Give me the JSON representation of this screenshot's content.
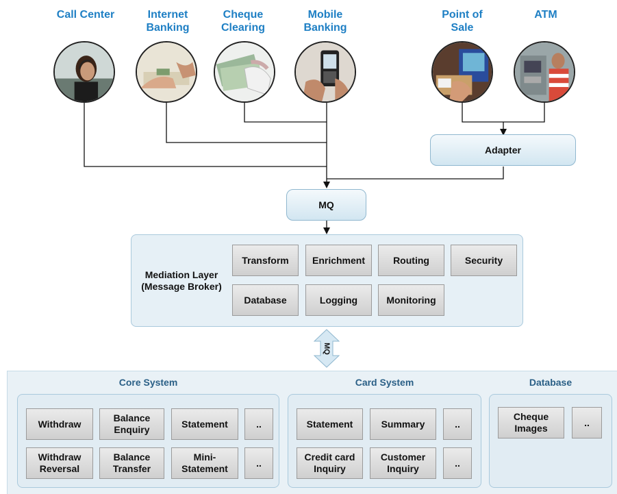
{
  "channels": [
    {
      "label": "Call Center",
      "icon": "call-center-photo-icon"
    },
    {
      "label": "Internet\nBanking",
      "icon": "internet-banking-photo-icon"
    },
    {
      "label": "Cheque\nClearing",
      "icon": "cheque-clearing-photo-icon"
    },
    {
      "label": "Mobile\nBanking",
      "icon": "mobile-banking-photo-icon"
    },
    {
      "label": "Point of\nSale",
      "icon": "point-of-sale-photo-icon"
    },
    {
      "label": "ATM",
      "icon": "atm-photo-icon"
    }
  ],
  "adapter": {
    "label": "Adapter"
  },
  "mq": {
    "label": "MQ"
  },
  "mediation": {
    "label": "Mediation Layer\n(Message Broker)",
    "row1": [
      "Transform",
      "Enrichment",
      "Routing",
      "Security"
    ],
    "row2": [
      "Database",
      "Logging",
      "Monitoring"
    ]
  },
  "mq_arrow": {
    "label": "MQ"
  },
  "backend": {
    "core": {
      "title": "Core System",
      "row1": [
        "Withdraw",
        "Balance\nEnquiry",
        "Statement",
        ".."
      ],
      "row2": [
        "Withdraw\nReversal",
        "Balance\nTransfer",
        "Mini-\nStatement",
        ".."
      ]
    },
    "card": {
      "title": "Card System",
      "row1": [
        "Statement",
        "Summary",
        ".."
      ],
      "row2": [
        "Credit card\nInquiry",
        "Customer\nInquiry",
        ".."
      ]
    },
    "database": {
      "title": "Database",
      "row1": [
        "Cheque\nImages",
        ".."
      ]
    }
  },
  "colors": {
    "channel_label": "#1e7fc4",
    "section_title": "#2a5f86",
    "panel": "#e6f0f6"
  }
}
